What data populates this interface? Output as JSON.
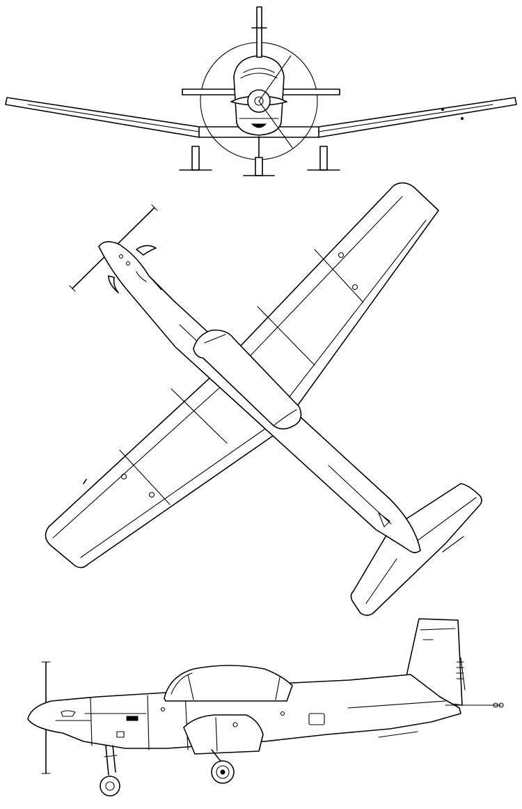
{
  "drawing": {
    "views": [
      "front",
      "top",
      "side"
    ],
    "line_color": "#000000",
    "background": "#ffffff"
  }
}
